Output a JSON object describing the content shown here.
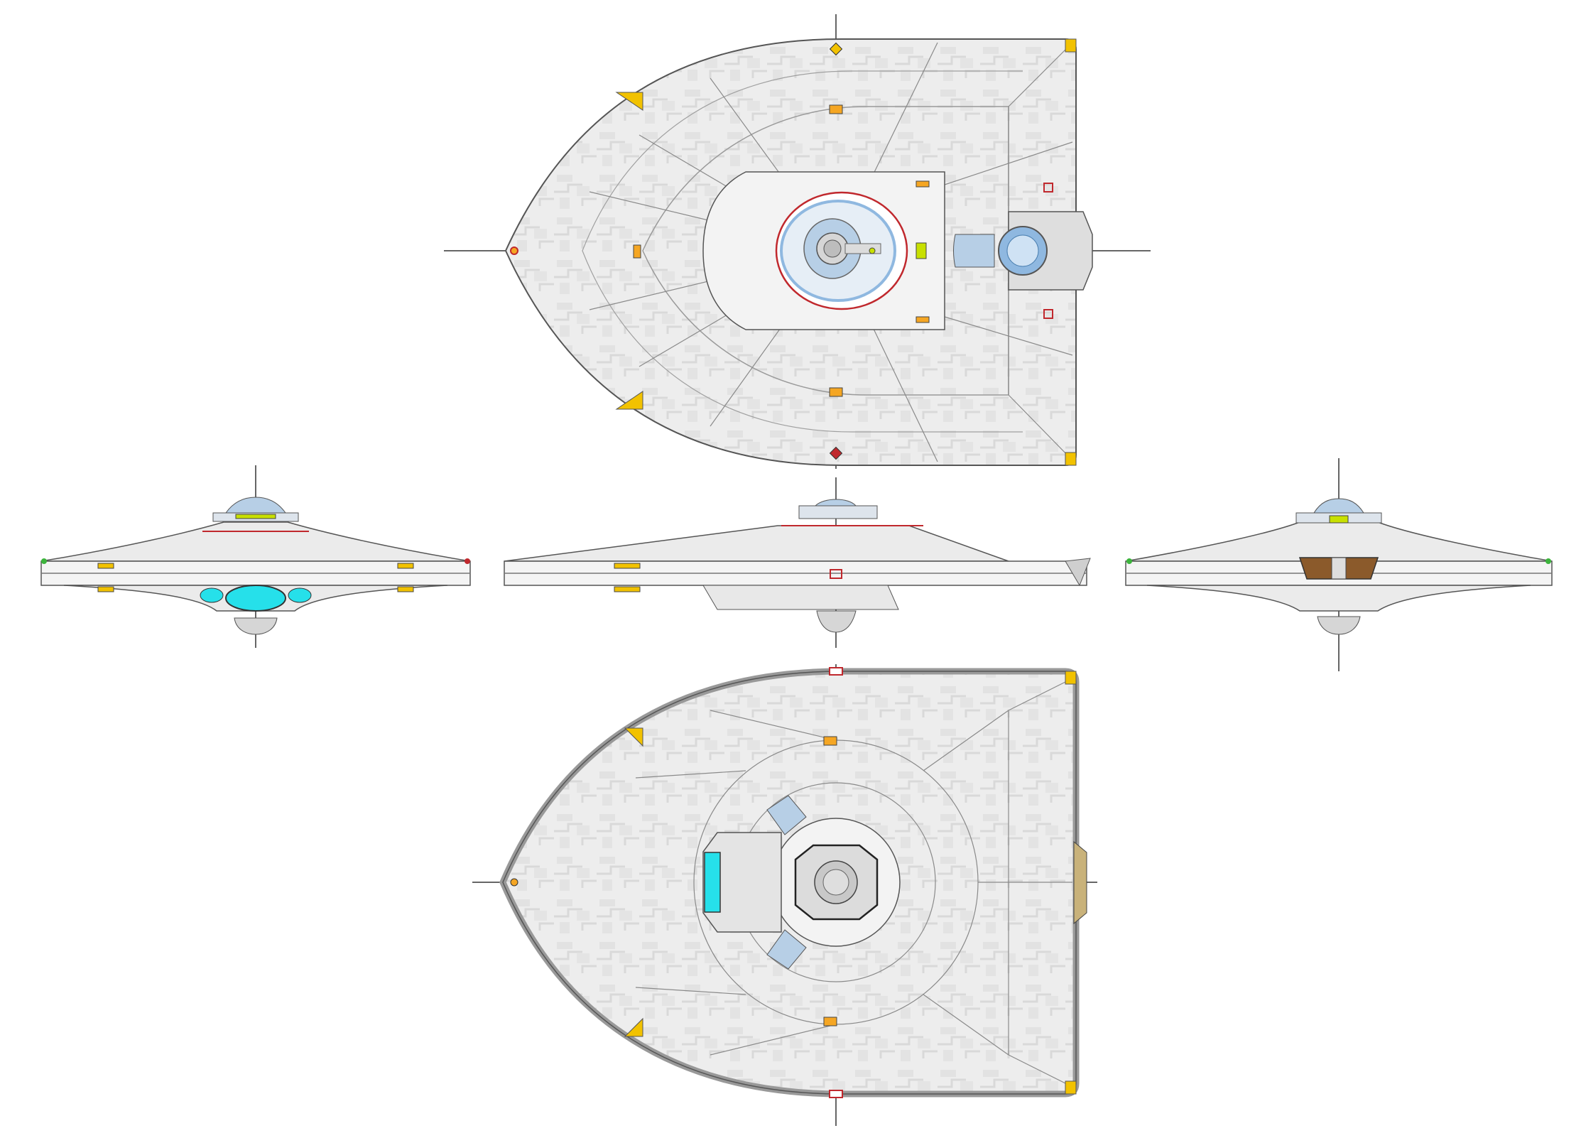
{
  "diagram": {
    "views": [
      {
        "id": "dorsal",
        "name": "dorsal-view"
      },
      {
        "id": "fore",
        "name": "fore-view"
      },
      {
        "id": "starboard",
        "name": "starboard-profile-view"
      },
      {
        "id": "aft",
        "name": "aft-view"
      },
      {
        "id": "ventral",
        "name": "ventral-view"
      }
    ],
    "colors": {
      "hull": "#ebebeb",
      "hull_light": "#f4f4f4",
      "panel_line": "#8a8a8a",
      "outline": "#555555",
      "accent_yellow": "#f2c200",
      "accent_orange": "#f5a623",
      "accent_red": "#c0282d",
      "window_blue": "#b7cfe6",
      "bridge_blue": "#8fb8e0",
      "deflector_cyan": "#26e0ea",
      "impulse_brown": "#8b5a2b",
      "centerline": "#333333"
    }
  }
}
